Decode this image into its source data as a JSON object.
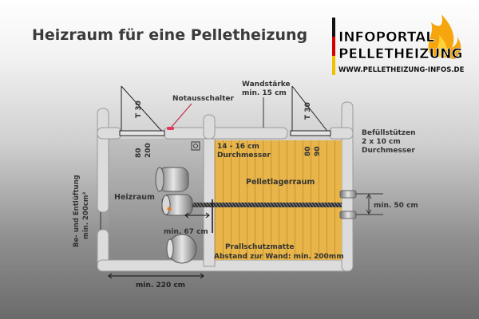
{
  "title": "Heizraum für eine Pelletheizung",
  "logo": {
    "line1": "INFOPORTAL",
    "line2": "PELLETHEIZUNG",
    "url": "WWW.PELLETHEIZUNG-INFOS.DE"
  },
  "labels": {
    "notausschalter": "Notausschalter",
    "wandstaerke_1": "Wandstärke",
    "wandstaerke_2": "min. 15 cm",
    "befuell_1": "Befüllstützen",
    "befuell_2": "2 x 10 cm",
    "befuell_3": "Durchmesser",
    "durchm_1": "14 - 16 cm",
    "durchm_2": "Durchmesser",
    "pelletlager": "Pelletlagerraum",
    "heizraum": "Heizraum",
    "lueftung_1": "Be- und Entlüftung",
    "lueftung_2": "min. 200cm²",
    "min67": "min. 67 cm",
    "prall_1": "Prallschutzmatte",
    "prall_2": "Abstand zur Wand: min. 200mm",
    "min220": "min. 220 cm",
    "min50": "min. 50 cm",
    "door_t30": "T 30",
    "door_80": "80",
    "door_200": "200",
    "door2_t30": "T 30",
    "door2_80": "80",
    "door2_90": "90"
  },
  "colors": {
    "wood": "#e8b54a",
    "wall": "#d9d9d9",
    "text_dark": "#3b3b3b",
    "red_switch": "#e03a5a",
    "flag_red": "#d40000",
    "flag_gold": "#f0c000"
  }
}
